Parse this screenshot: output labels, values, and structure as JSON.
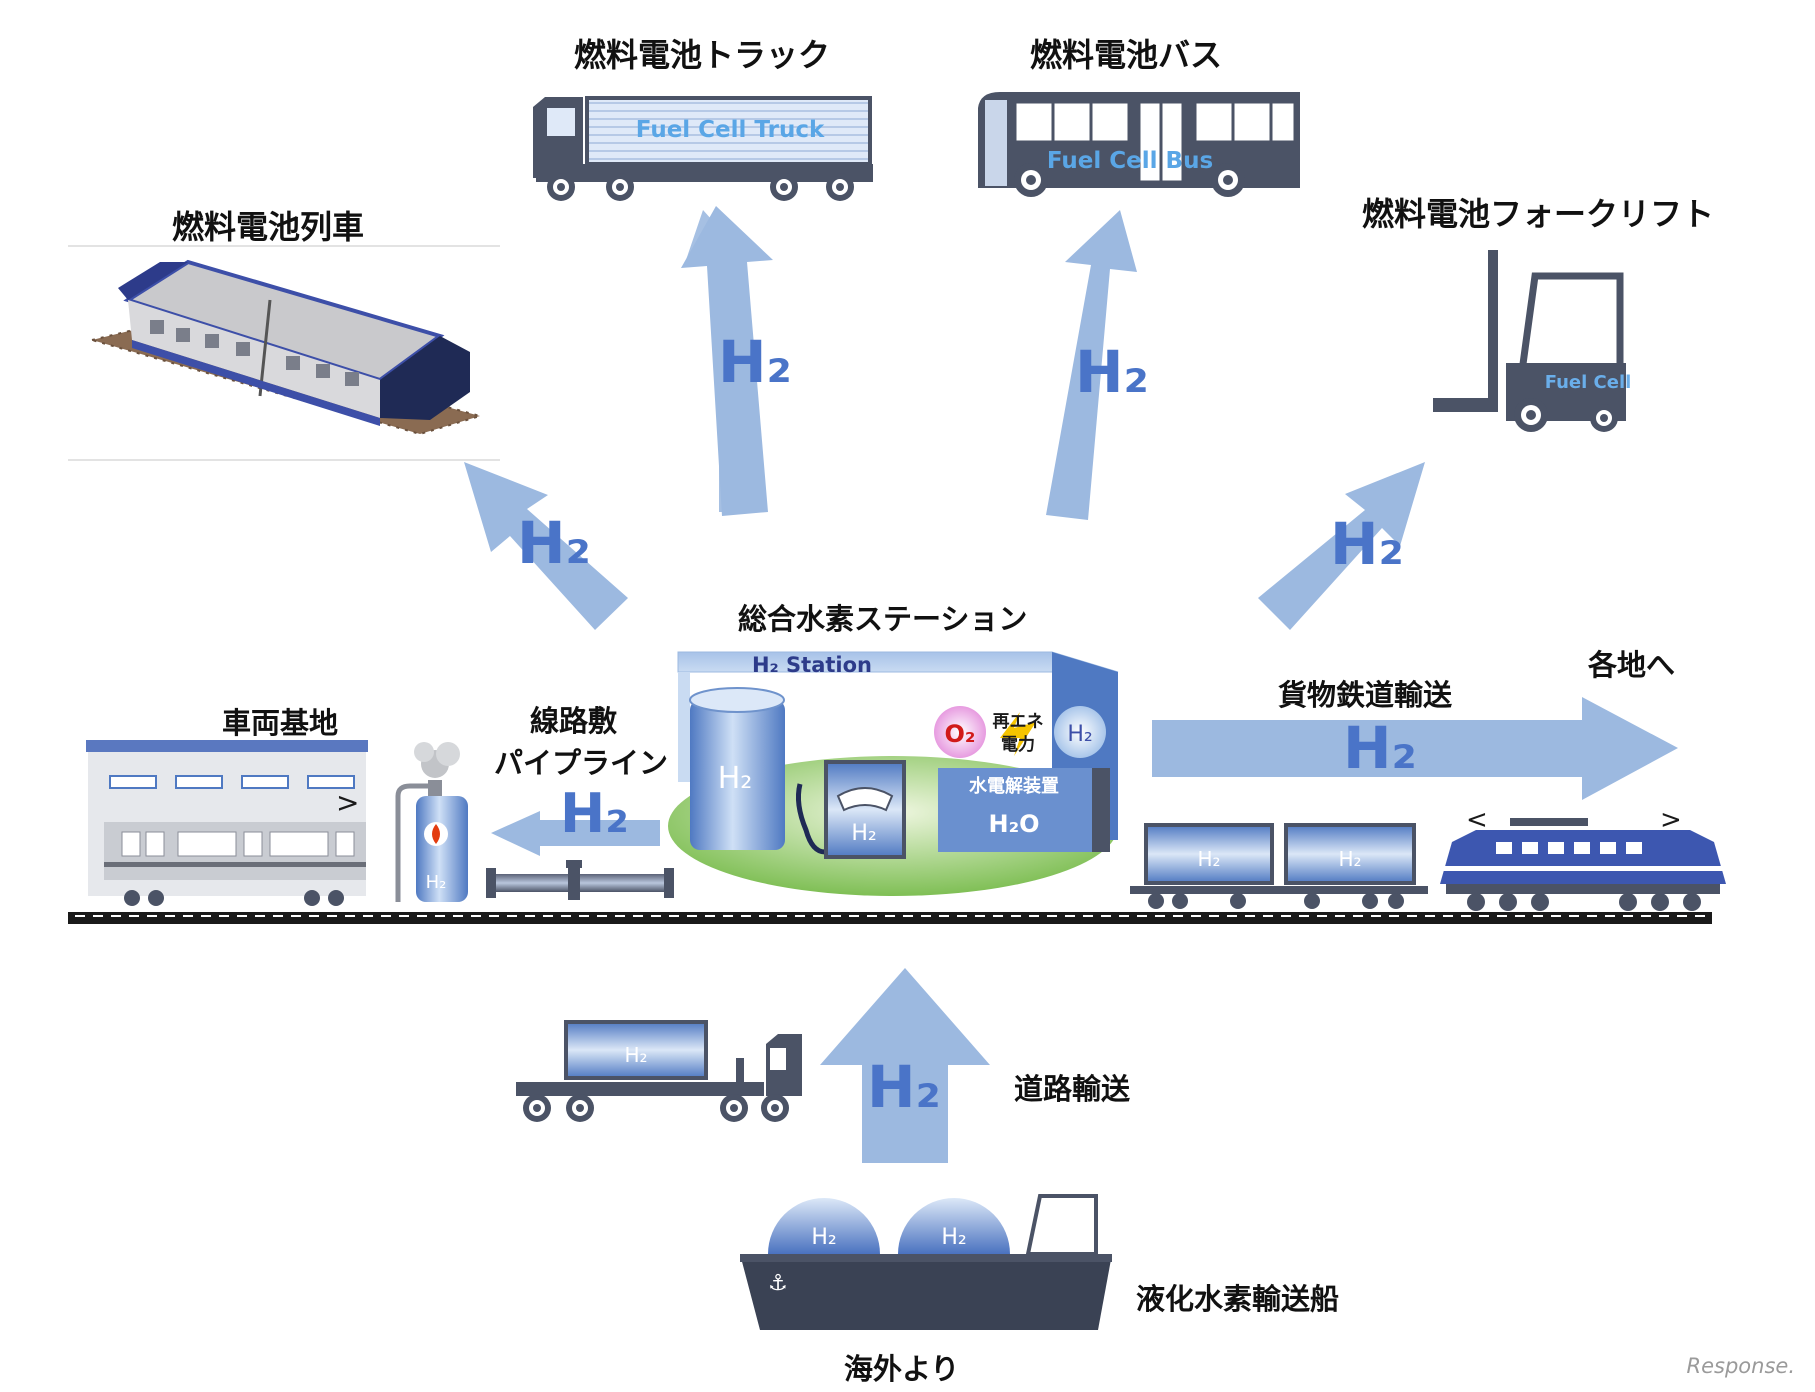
{
  "labels": {
    "fc_truck": "燃料電池トラック",
    "fc_bus": "燃料電池バス",
    "fc_train": "燃料電池列車",
    "fc_forklift": "燃料電池フォークリフト",
    "station_title": "総合水素ステーション",
    "depot": "車両基地",
    "pipeline_1": "線路敷",
    "pipeline_2": "パイプライン",
    "freight_rail": "貨物鉄道輸送",
    "to_regions": "各地へ",
    "road_transport": "道路輸送",
    "ship": "液化水素輸送船",
    "from_overseas": "海外より"
  },
  "vehicle_text": {
    "truck": "Fuel Cell Truck",
    "bus": "Fuel Cell Bus",
    "forklift": "Fuel Cell"
  },
  "station": {
    "roof_label": "H₂ Station",
    "tank": "H₂",
    "dispenser": "H₂",
    "o2": "O₂",
    "renewable_1": "再エネ",
    "renewable_2": "電力",
    "h2_bubble": "H₂",
    "electrolyzer": "水電解装置",
    "water": "H₂O"
  },
  "cargo_text": {
    "tank_small": "H₂",
    "freight_tank_1": "H₂",
    "freight_tank_2": "H₂",
    "trailer_tank": "H₂",
    "ship_tank_1": "H₂",
    "ship_tank_2": "H₂"
  },
  "arrow_label": "H₂",
  "watermark": "Response.",
  "colors": {
    "arrow": "#9cb9e0",
    "arrow_text": "#4a74c8",
    "vehicle_dark": "#4b5366",
    "train_blue": "#3d4fa8",
    "track": "#1a1a1a"
  }
}
